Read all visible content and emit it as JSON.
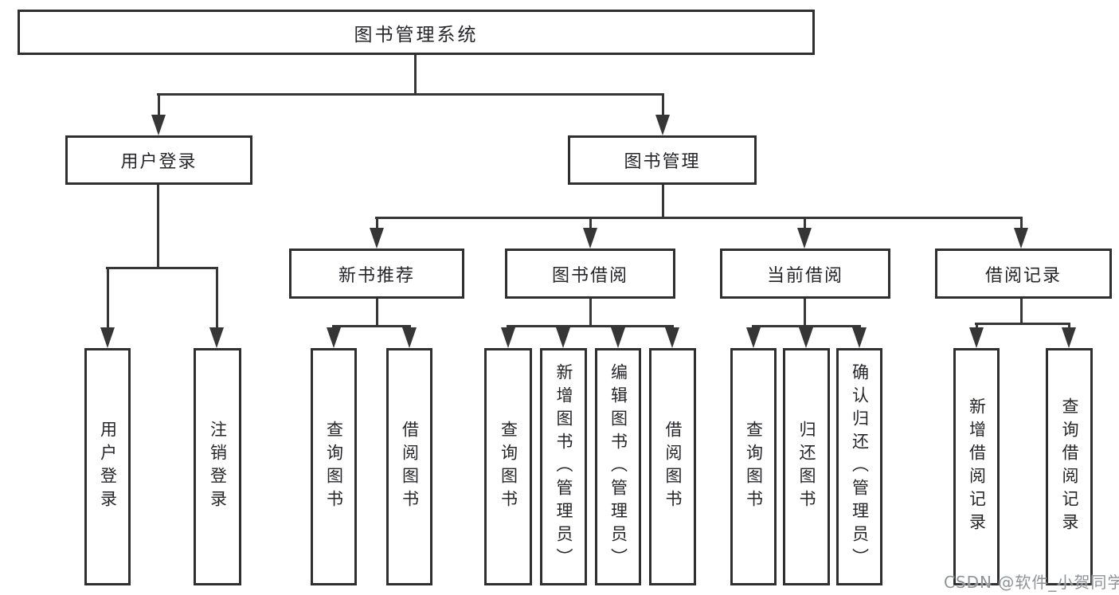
{
  "diagram": {
    "root": "图书管理系统",
    "level2": [
      "用户登录",
      "图书管理"
    ],
    "level3": [
      "新书推荐",
      "图书借阅",
      "当前借阅",
      "借阅记录"
    ],
    "leaves": {
      "user_login": [
        "用户登录",
        "注销登录"
      ],
      "new_books": [
        "查询图书",
        "借阅图书"
      ],
      "book_borrow": [
        "查询图书",
        "新增图书（管理员）",
        "编辑图书（管理员）",
        "借阅图书"
      ],
      "current_borrow": [
        "查询图书",
        "归还图书",
        "确认归还（管理员）"
      ],
      "borrow_records": [
        "新增借阅记录",
        "查询借阅记录"
      ]
    }
  },
  "watermark": "CSDN @软件_小贺同学",
  "colors": {
    "line": "#363636",
    "box_border": "#2f2f2f",
    "text": "#26262a",
    "background": "#ffffff",
    "watermark": "#8f9398"
  }
}
